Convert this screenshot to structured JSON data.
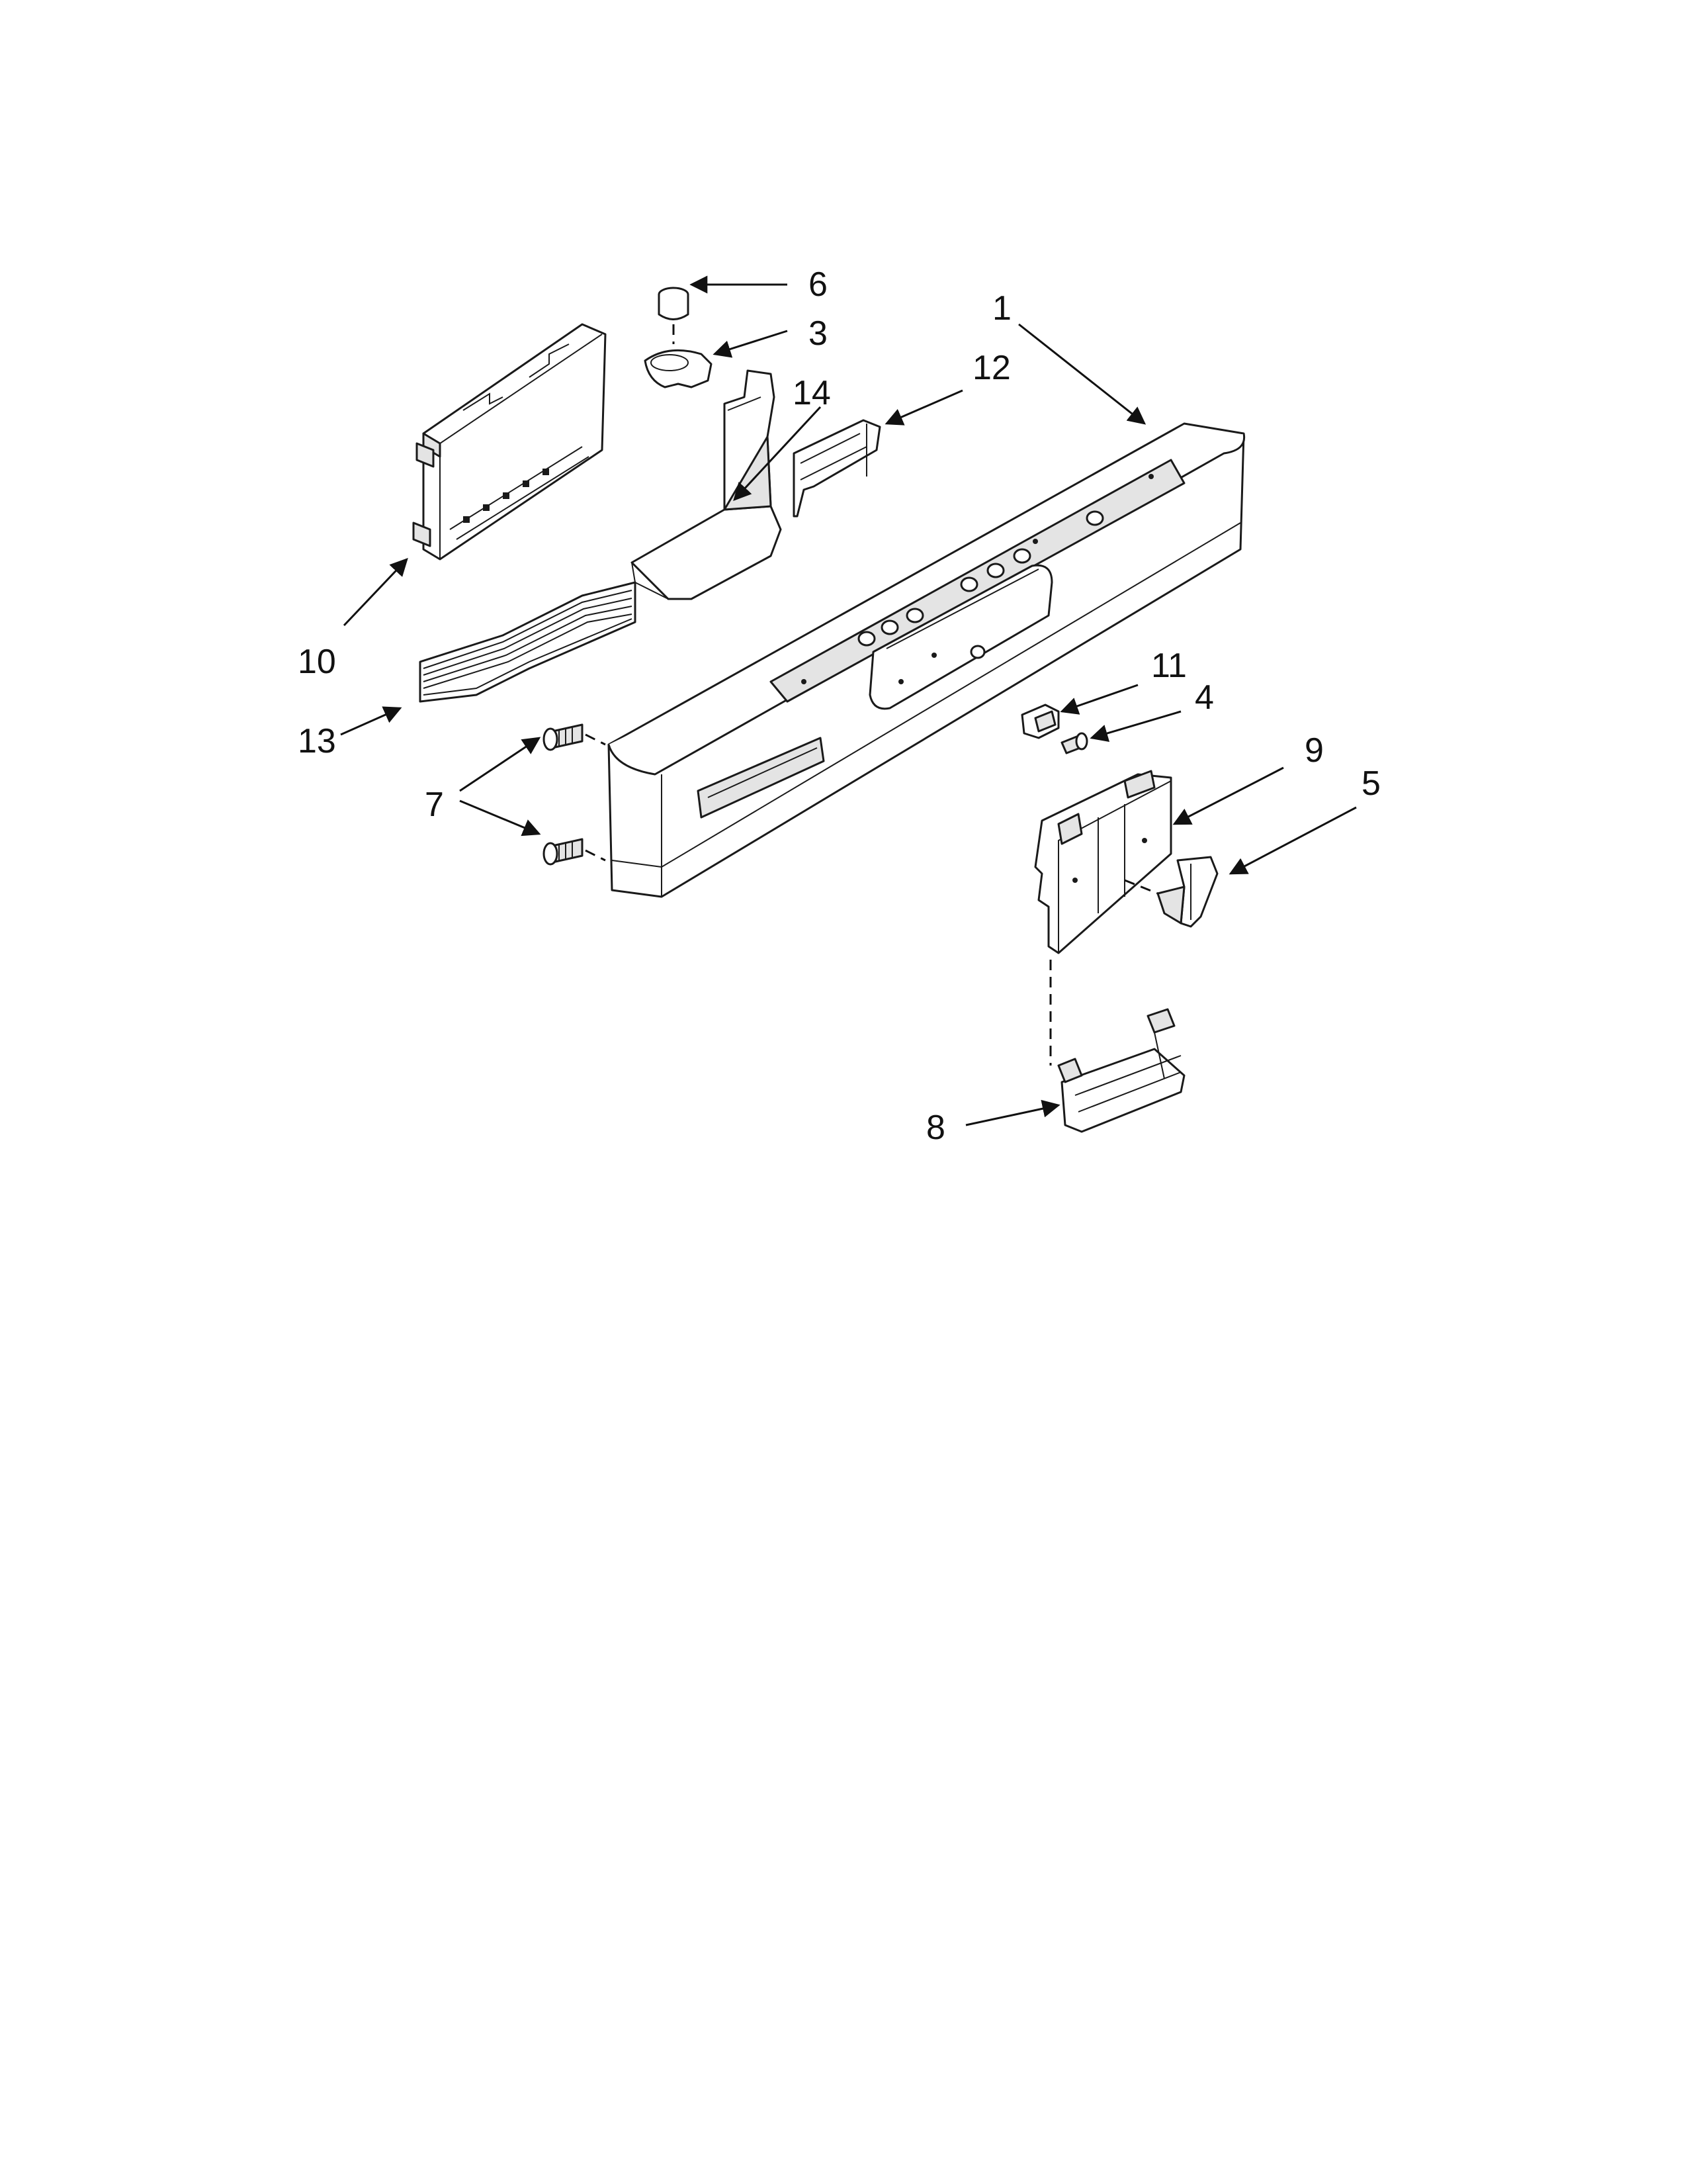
{
  "callouts": [
    {
      "id": "1",
      "label": "1"
    },
    {
      "id": "3",
      "label": "3"
    },
    {
      "id": "4",
      "label": "4"
    },
    {
      "id": "5",
      "label": "5"
    },
    {
      "id": "6",
      "label": "6"
    },
    {
      "id": "7",
      "label": "7"
    },
    {
      "id": "8",
      "label": "8"
    },
    {
      "id": "9",
      "label": "9"
    },
    {
      "id": "10",
      "label": "10"
    },
    {
      "id": "11",
      "label": "11"
    },
    {
      "id": "12",
      "label": "12"
    },
    {
      "id": "13",
      "label": "13"
    },
    {
      "id": "14",
      "label": "14"
    }
  ],
  "colors": {
    "line": "#1a1a1a",
    "fill": "#ffffff",
    "shade": "#e4e4e4"
  }
}
